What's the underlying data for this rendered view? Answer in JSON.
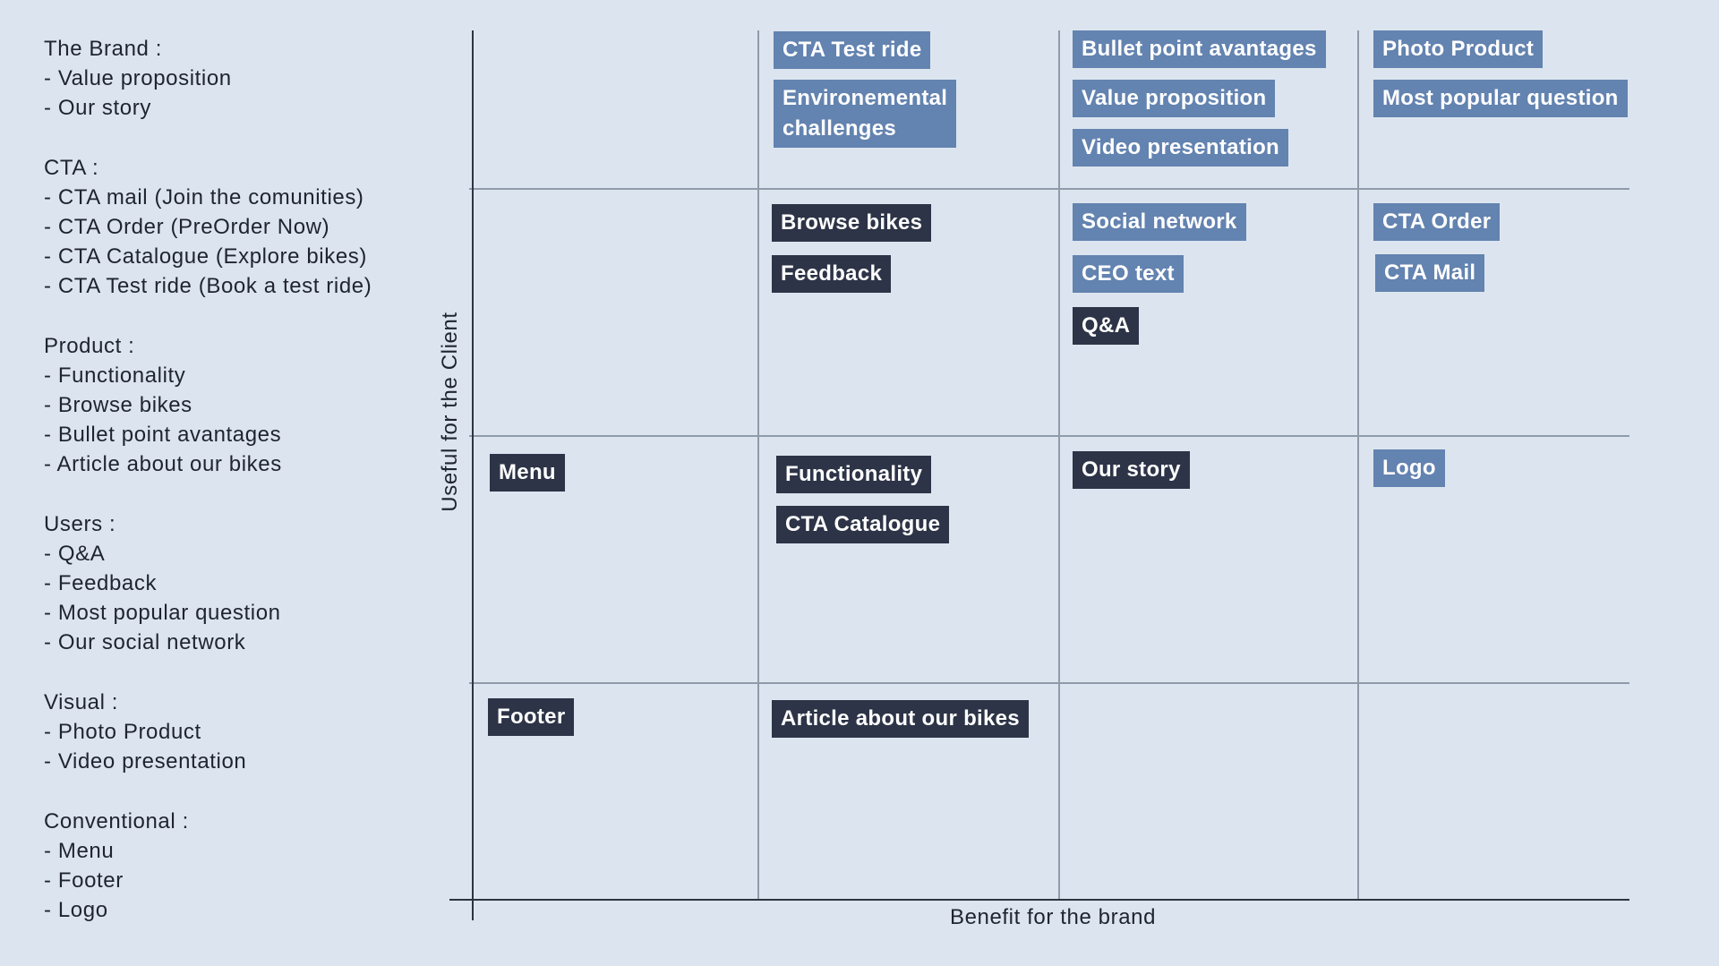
{
  "colors": {
    "background": "#dce5ef",
    "tag_light": "#6383b0",
    "tag_dark": "#2d3447"
  },
  "legend": [
    {
      "title": "The Brand :",
      "items": [
        "- Value proposition",
        "- Our story"
      ]
    },
    {
      "title": "CTA :",
      "items": [
        "- CTA mail (Join the comunities)",
        "- CTA Order (PreOrder Now)",
        "- CTA Catalogue (Explore bikes)",
        "- CTA Test ride (Book a test ride)"
      ]
    },
    {
      "title": "Product :",
      "items": [
        "- Functionality",
        "- Browse bikes",
        "- Bullet point avantages",
        "- Article about our bikes"
      ]
    },
    {
      "title": "Users :",
      "items": [
        "- Q&A",
        "- Feedback",
        "- Most popular question",
        "- Our social network"
      ]
    },
    {
      "title": "Visual :",
      "items": [
        "- Photo Product",
        "- Video presentation"
      ]
    },
    {
      "title": "Conventional :",
      "items": [
        "- Menu",
        "- Footer",
        "- Logo"
      ]
    }
  ],
  "matrix": {
    "x_axis_label": "Benefit for the brand",
    "y_axis_label": "Useful for the Client",
    "tags": {
      "cta_test_ride": {
        "text": "CTA Test ride",
        "tone": "light"
      },
      "environmental_challenges": {
        "text": "Environemental challenges",
        "tone": "light"
      },
      "bullet_point_avantages": {
        "text": "Bullet point avantages",
        "tone": "light"
      },
      "value_proposition": {
        "text": "Value proposition",
        "tone": "light"
      },
      "video_presentation": {
        "text": "Video presentation",
        "tone": "light"
      },
      "photo_product": {
        "text": "Photo Product",
        "tone": "light"
      },
      "most_popular_question": {
        "text": "Most popular question",
        "tone": "light"
      },
      "browse_bikes": {
        "text": "Browse bikes",
        "tone": "dark"
      },
      "feedback": {
        "text": "Feedback",
        "tone": "dark"
      },
      "social_network": {
        "text": "Social network",
        "tone": "light"
      },
      "ceo_text": {
        "text": "CEO text",
        "tone": "light"
      },
      "qa": {
        "text": "Q&A",
        "tone": "dark"
      },
      "cta_order": {
        "text": "CTA Order",
        "tone": "light"
      },
      "cta_mail": {
        "text": "CTA Mail",
        "tone": "light"
      },
      "menu": {
        "text": "Menu",
        "tone": "dark"
      },
      "functionality": {
        "text": "Functionality",
        "tone": "dark"
      },
      "cta_catalogue": {
        "text": "CTA Catalogue",
        "tone": "dark"
      },
      "our_story": {
        "text": "Our story",
        "tone": "dark"
      },
      "logo": {
        "text": "Logo",
        "tone": "light"
      },
      "footer": {
        "text": "Footer",
        "tone": "dark"
      },
      "article_about_our_bikes": {
        "text": "Article about our bikes",
        "tone": "dark"
      }
    }
  }
}
